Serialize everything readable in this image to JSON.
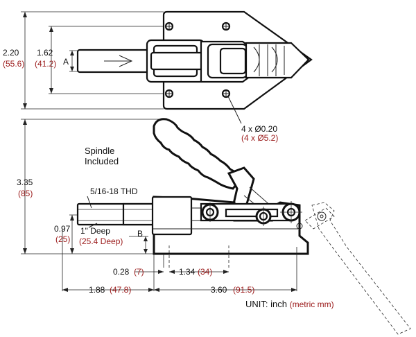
{
  "dimensions": {
    "overall_height_top": {
      "imperial": "2.20",
      "metric": "(55.6)"
    },
    "spindle_height": {
      "imperial": "1.62",
      "metric": "(41.2)"
    },
    "letter_a": "A",
    "mounting_holes": {
      "imperial": "4 x Ø0.20",
      "metric": "(4 x Ø5.2)"
    },
    "overall_height_side": {
      "imperial": "3.35",
      "metric": "(85)"
    },
    "spindle_center": {
      "imperial": "0.97",
      "metric": "(25)"
    },
    "thread_depth": {
      "imperial": "1\" Deep",
      "metric": "(25.4 Deep)"
    },
    "letter_b": "B",
    "thread_spec": "5/16-18 THD",
    "base_edge": {
      "imperial": "0.28",
      "metric": "(7)"
    },
    "hole_spacing": {
      "imperial": "1.34",
      "metric": "(34)"
    },
    "spindle_travel": {
      "imperial": "1.88",
      "metric": "(47.8)"
    },
    "base_length": {
      "imperial": "3.60",
      "metric": "(91.5)"
    }
  },
  "notes": {
    "spindle_line1": "Spindle",
    "spindle_line2": "Included"
  },
  "unit_legend": {
    "prefix": "UNIT:  inch ",
    "metric": "(metric mm)"
  },
  "colors": {
    "metric_text": "#9b1b1b",
    "line": "#111111"
  }
}
